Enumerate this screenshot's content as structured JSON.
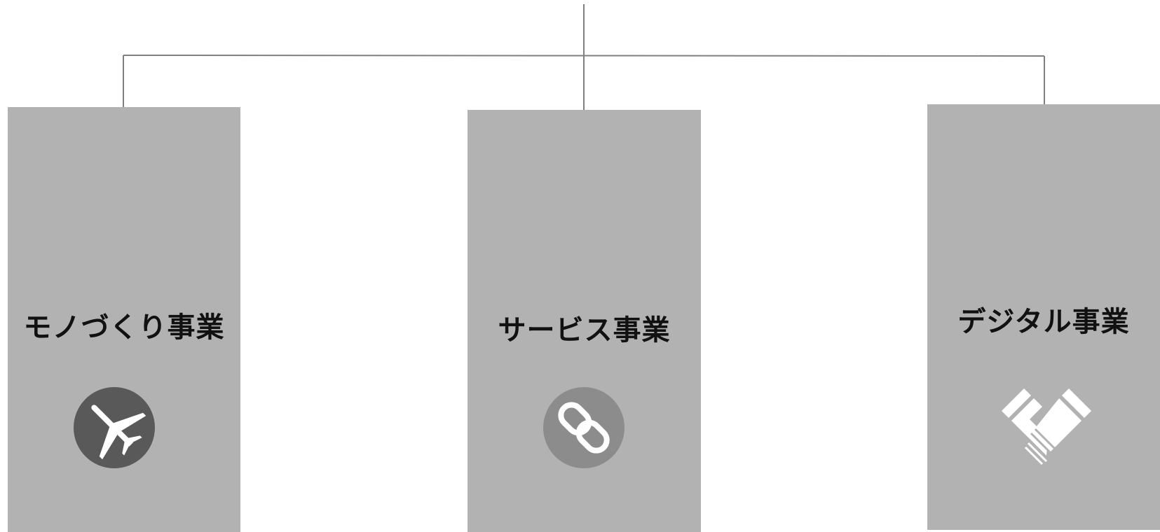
{
  "diagram": {
    "divisions": [
      {
        "label": "モノづくり事業",
        "icon": "airplane-icon",
        "icon_bg": "#595959"
      },
      {
        "label": "サービス事業",
        "icon": "chain-link-icon",
        "icon_bg": "#8c8c8c"
      },
      {
        "label": "デジタル事業",
        "icon": "handshake-icon",
        "icon_bg": "none"
      }
    ]
  },
  "colors": {
    "panel": "#b2b2b2",
    "connector": "#7f7f7f",
    "icon_glyph": "#ffffff",
    "title_text": "#111111"
  }
}
